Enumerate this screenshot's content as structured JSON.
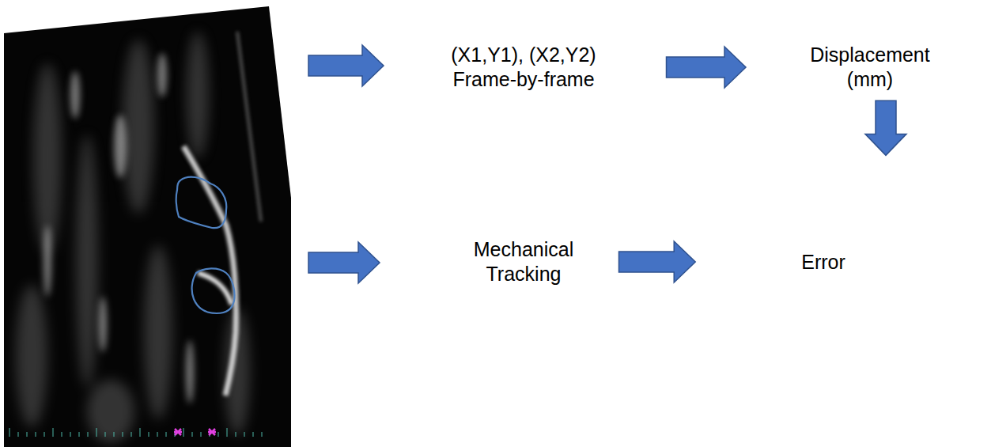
{
  "diagram": {
    "nodes": [
      {
        "text": [
          "(X1,Y1), (X2,Y2) Frame-by-frame"
        ]
      },
      {
        "text": [
          "Displacement (mm)"
        ]
      },
      {
        "text": [
          "Mechanical Tracking"
        ]
      },
      {
        "text": [
          "Error"
        ]
      }
    ],
    "edges": [
      {
        "from": 0,
        "to": 1,
        "arrow": "to"
      },
      {
        "from": 1,
        "to": 3,
        "arrow": "to"
      },
      {
        "from": 2,
        "to": 3,
        "arrow": "to"
      }
    ]
  }
}
